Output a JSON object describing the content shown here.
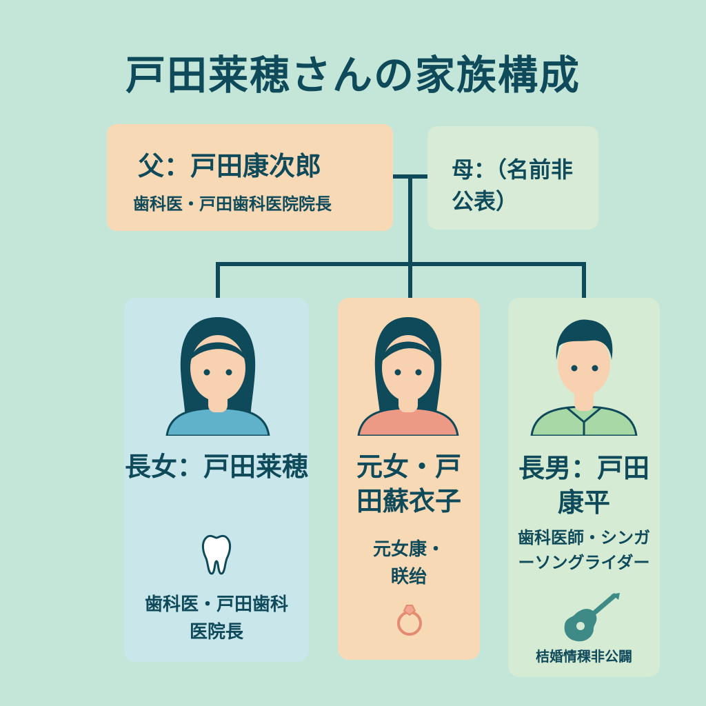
{
  "title": "戸田莱穂さんの家族構成",
  "father": {
    "name": "父：戸田康次郎",
    "role": "歯科医・戸田歯科医院院長"
  },
  "mother": {
    "name": "母：（名前非公表）"
  },
  "children": [
    {
      "name": "長女：戸田莱穂",
      "desc": "歯科医・戸田歯科医院長",
      "icon": "tooth-icon"
    },
    {
      "name": "元女・戸田蘇衣子",
      "desc": "元女康・眹绐",
      "icon": "ring-icon"
    },
    {
      "name": "長男：戸田康平",
      "desc": "歯科医師・シンガーソングライダー",
      "note": "桔婚情稞非公闢",
      "icon": "guitar-icon"
    }
  ],
  "colors": {
    "background": "#c4e6d9",
    "text": "#0f4a5a",
    "father_box": "#f8d9b6",
    "mother_box": "#d8ebd6",
    "card1": "#c9e6ea",
    "card2": "#f8d9b6",
    "card3": "#d6ebd4"
  }
}
